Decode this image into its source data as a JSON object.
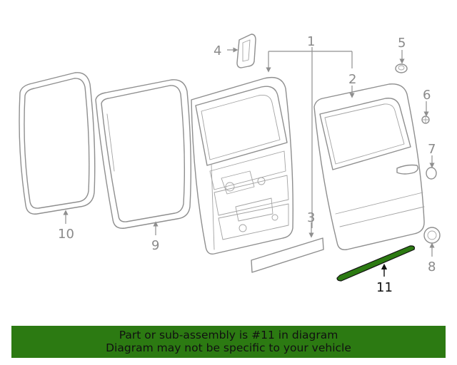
{
  "callouts": {
    "c1": "1",
    "c2": "2",
    "c3": "3",
    "c4": "4",
    "c5": "5",
    "c6": "6",
    "c7": "7",
    "c8": "8",
    "c9": "9",
    "c10": "10",
    "c11": "11"
  },
  "highlight": {
    "part": "11",
    "color": "#2c7a12"
  },
  "caption": {
    "line1": "Part or sub-assembly is #11 in diagram",
    "line2": "Diagram may not be specific to your vehicle"
  }
}
